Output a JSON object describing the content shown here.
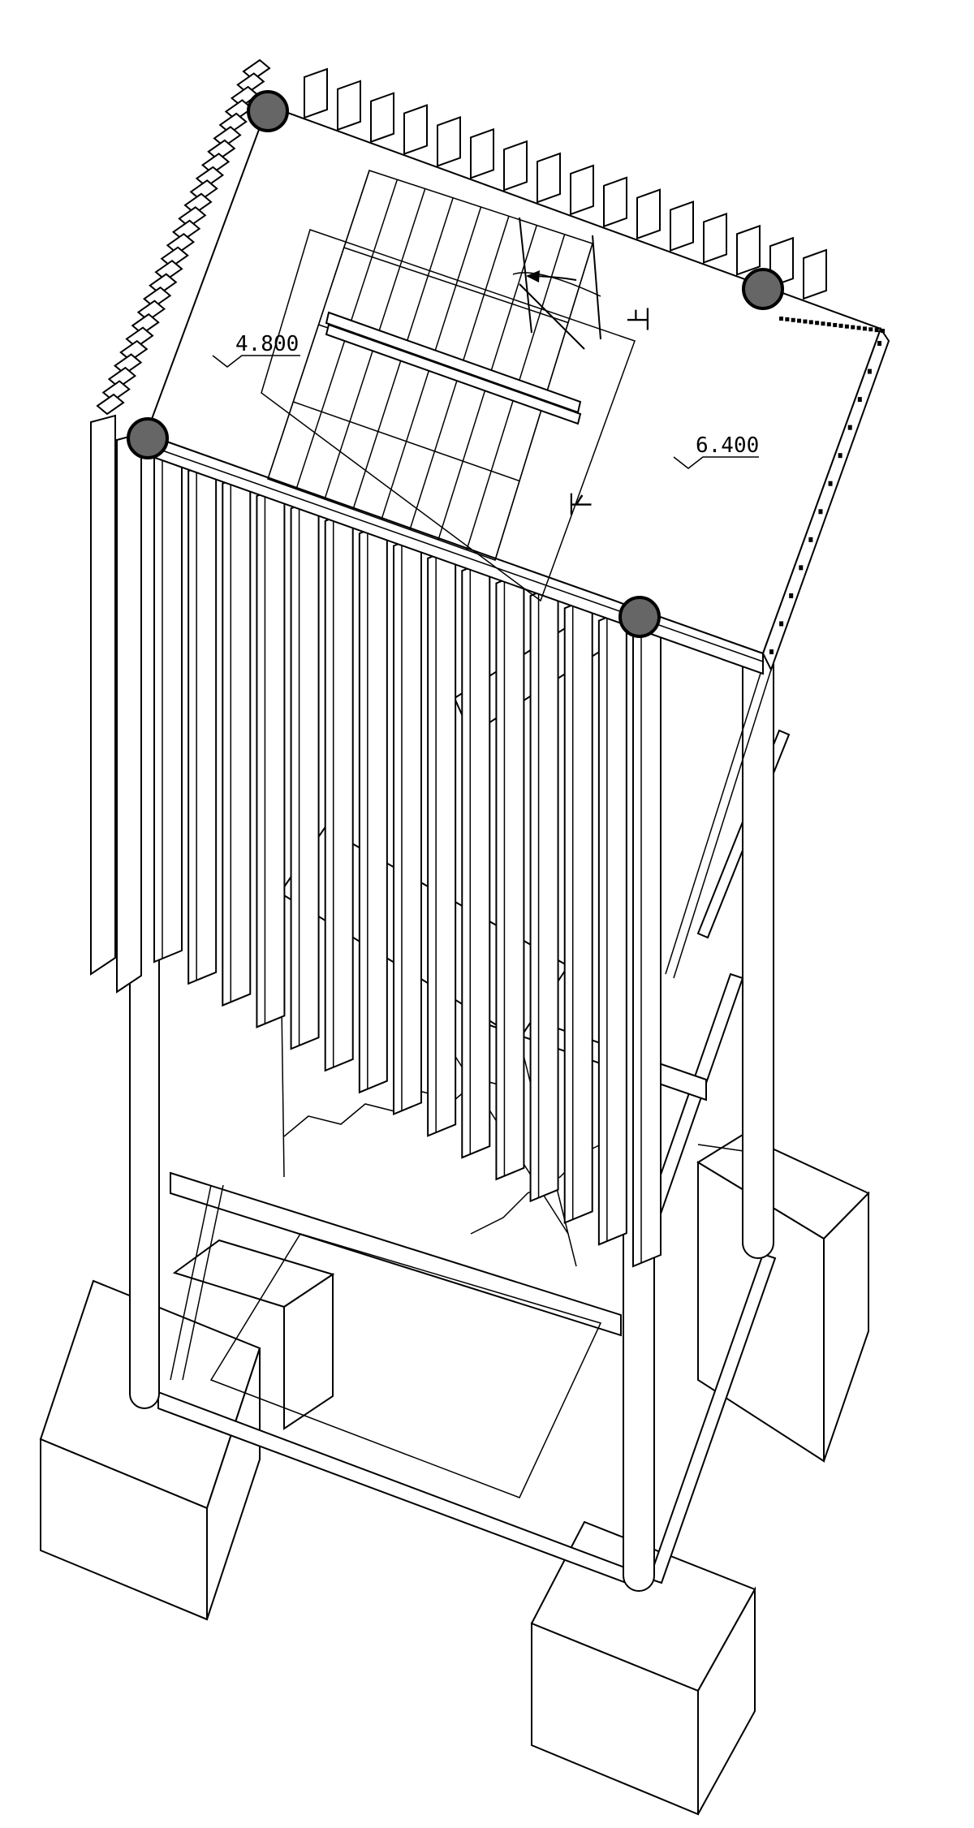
{
  "drawing": {
    "labels": {
      "level_lower": "4.800",
      "level_upper": "6.400",
      "stair_up": "上",
      "stair_down": "下"
    },
    "colors": {
      "line": "#000000",
      "node_fill": "#666666",
      "background": "#ffffff"
    }
  }
}
